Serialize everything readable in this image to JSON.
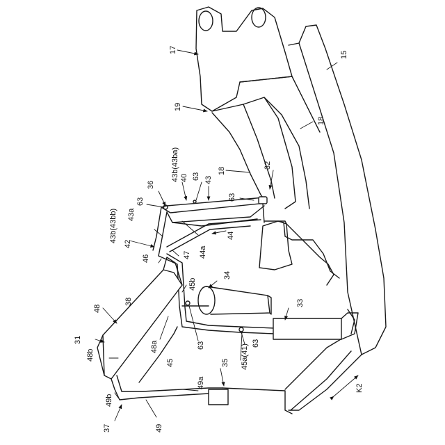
{
  "labels": {
    "l15": "15",
    "l17": "17",
    "l18a": "18",
    "l18b": "18",
    "l19": "19",
    "l31": "31",
    "l32": "32",
    "l33": "33",
    "l34": "34",
    "l35": "35",
    "l36": "36",
    "l37": "37",
    "l38": "38",
    "l40": "40",
    "l42": "42",
    "l43a": "43",
    "l43a2": "43a",
    "l43b_ba": "43b(43ba)",
    "l43b_bb": "43b(43bb)",
    "l44": "44",
    "l44a": "44a",
    "l45": "45",
    "l45a41": "45a(41)",
    "l45b": "45b",
    "l46": "46",
    "l47": "47",
    "l48": "48",
    "l48a": "48a",
    "l48b": "48b",
    "l49": "49",
    "l49a": "49a",
    "l49b": "49b",
    "l63a": "63",
    "l63b": "63",
    "l63c": "63",
    "l63d": "63",
    "l63e": "63",
    "lk2": "K2"
  }
}
